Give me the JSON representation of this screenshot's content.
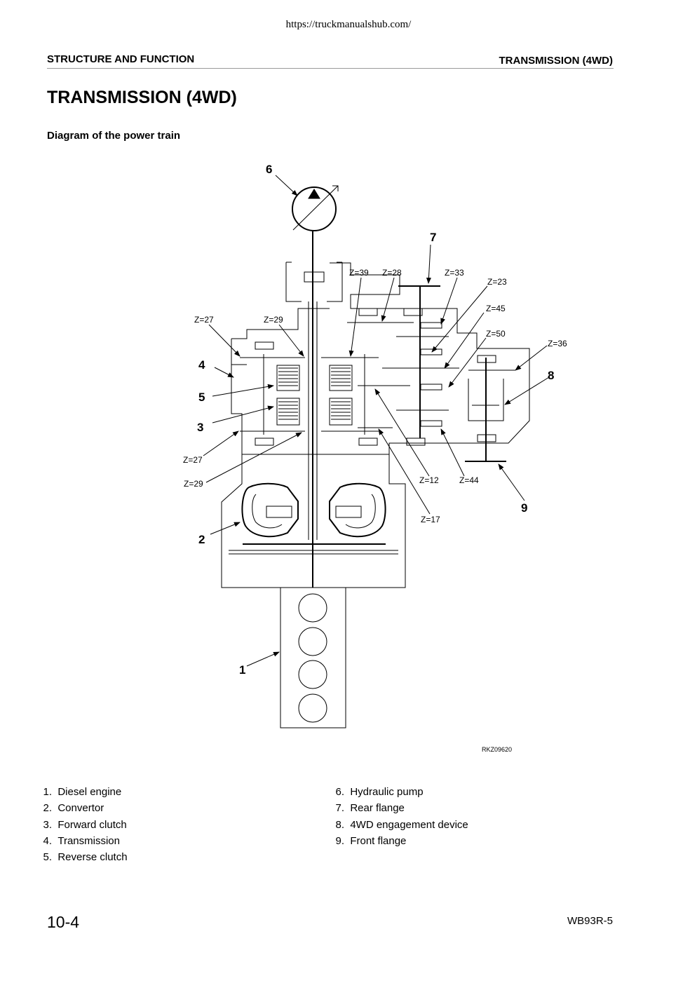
{
  "page": {
    "url": "https://truckmanualshub.com/",
    "header_left": "STRUCTURE AND FUNCTION",
    "header_right": "TRANSMISSION (4WD)",
    "title": "TRANSMISSION (4WD)",
    "subtitle": "Diagram of the power train",
    "figure_code": "RKZ09620",
    "footer_left": "10-4",
    "footer_right": "WB93R-5"
  },
  "callouts": {
    "n1": "1",
    "n2": "2",
    "n3": "3",
    "n4": "4",
    "n5": "5",
    "n6": "6",
    "n7": "7",
    "n8": "8",
    "n9": "9"
  },
  "gear_labels": {
    "z39": "Z=39",
    "z28": "Z=28",
    "z33": "Z=33",
    "z23": "Z=23",
    "z45": "Z=45",
    "z50": "Z=50",
    "z36": "Z=36",
    "z27_top": "Z=27",
    "z29_top": "Z=29",
    "z27_bottom": "Z=27",
    "z29_bottom": "Z=29",
    "z12": "Z=12",
    "z44": "Z=44",
    "z17": "Z=17"
  },
  "legend": {
    "left": [
      {
        "num": "1.",
        "text": "Diesel engine"
      },
      {
        "num": "2.",
        "text": "Convertor"
      },
      {
        "num": "3.",
        "text": "Forward clutch"
      },
      {
        "num": "4.",
        "text": "Transmission"
      },
      {
        "num": "5.",
        "text": "Reverse clutch"
      }
    ],
    "right": [
      {
        "num": "6.",
        "text": "Hydraulic pump"
      },
      {
        "num": "7.",
        "text": "Rear flange"
      },
      {
        "num": "8.",
        "text": "4WD engagement device"
      },
      {
        "num": "9.",
        "text": "Front flange"
      }
    ]
  }
}
